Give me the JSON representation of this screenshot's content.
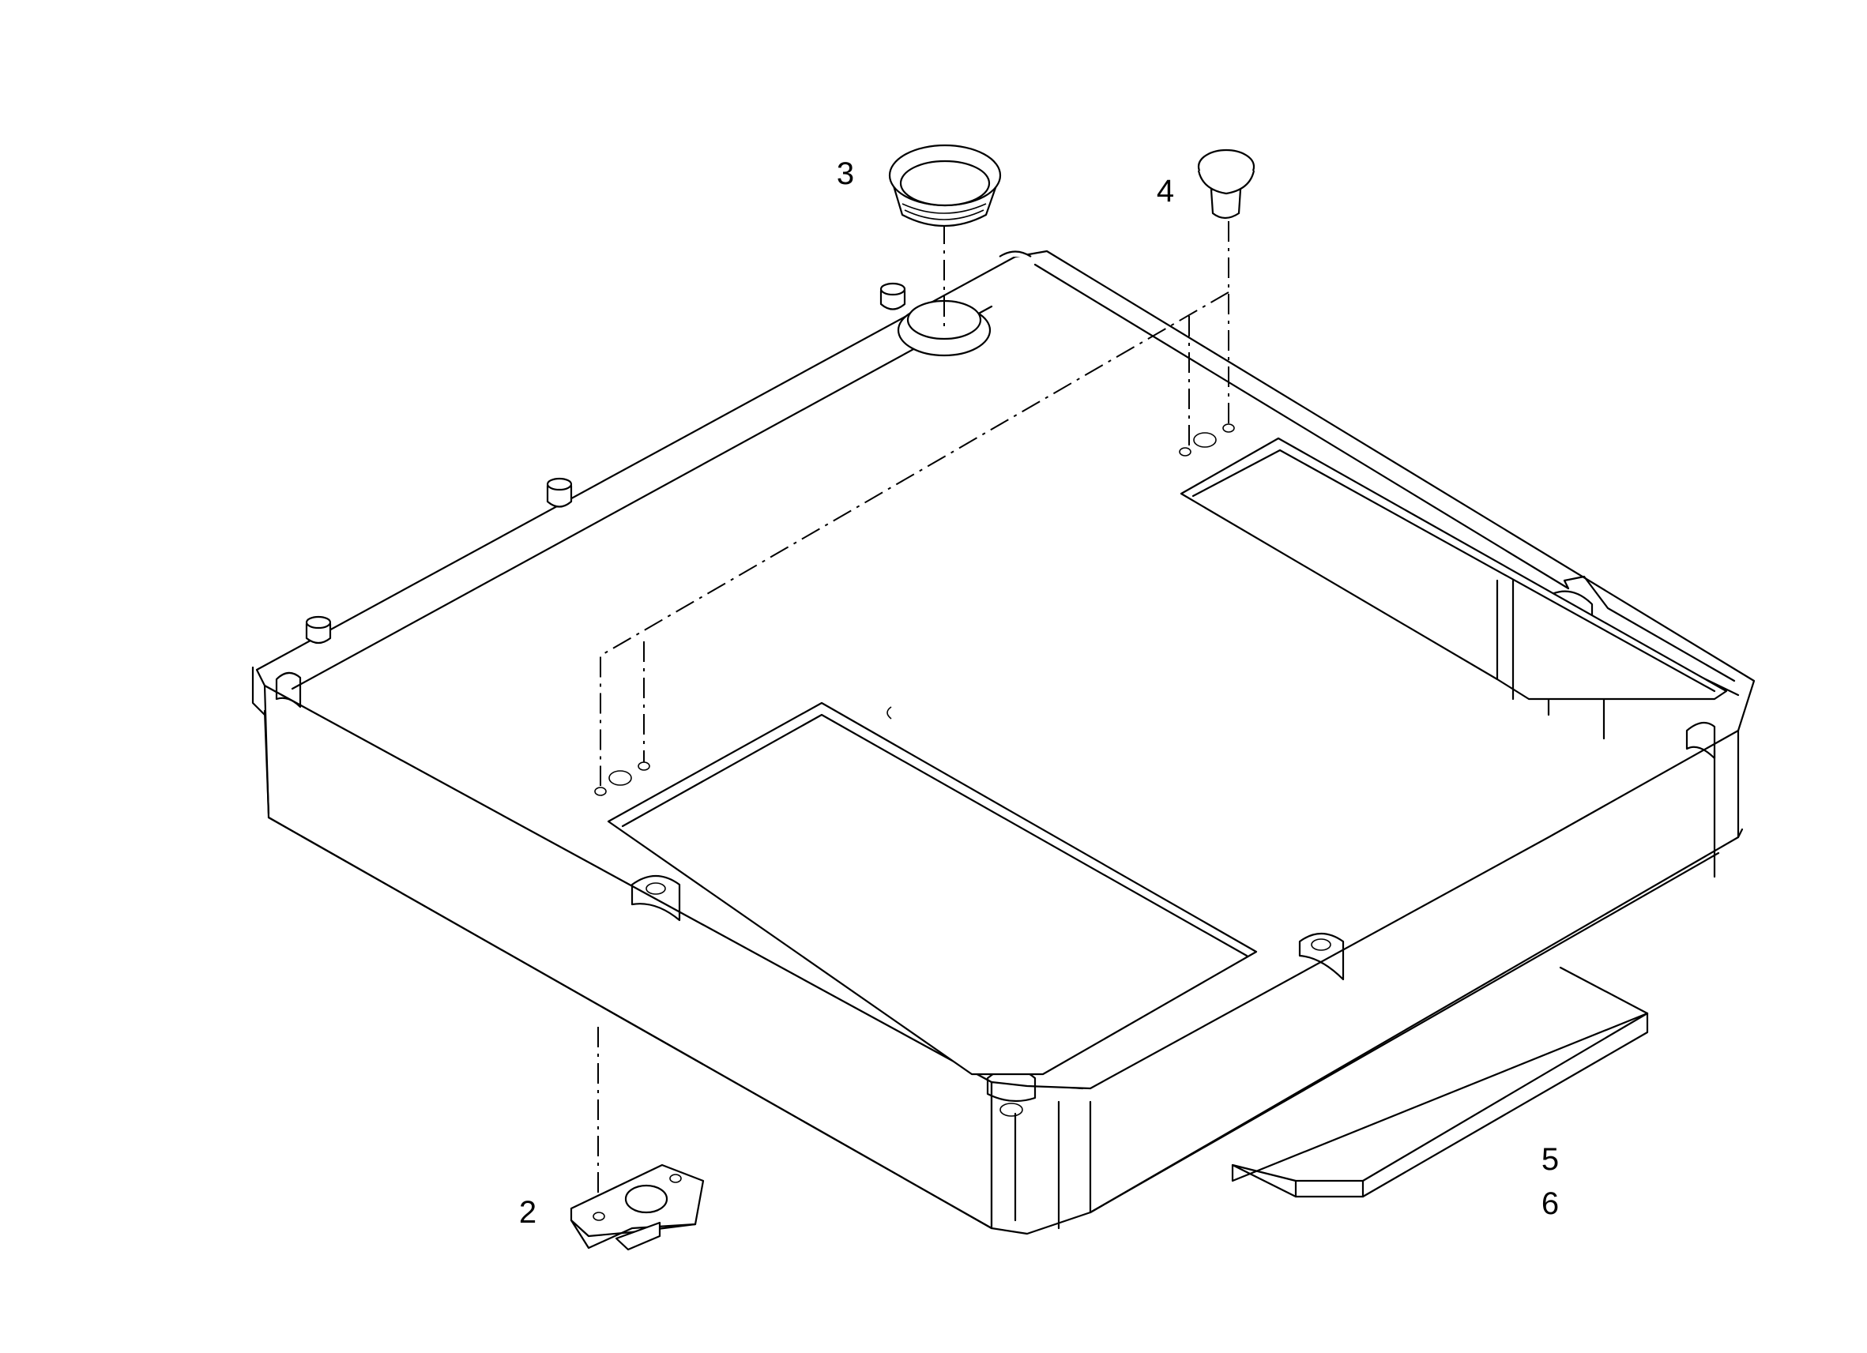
{
  "callouts": {
    "c2": "2",
    "c3": "3",
    "c4": "4",
    "c5": "5",
    "c6": "6"
  },
  "colors": {
    "line": "#000000",
    "background": "#ffffff"
  }
}
